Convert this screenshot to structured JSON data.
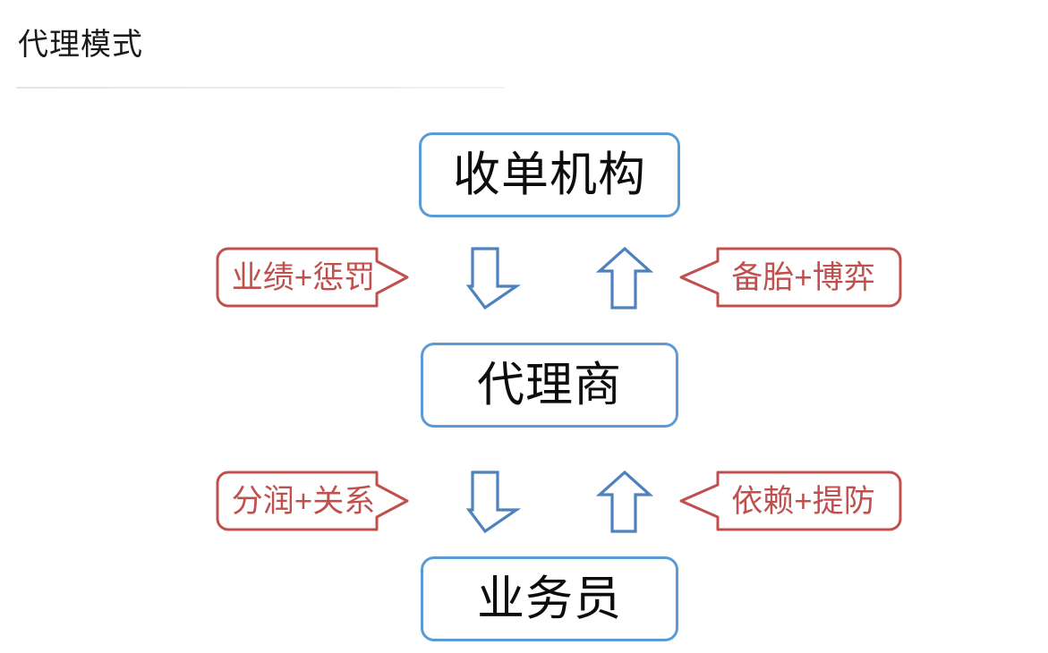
{
  "page": {
    "title": "代理模式",
    "background_color": "#ffffff"
  },
  "theme": {
    "box_border_color": "#5b9bd5",
    "arrow_stroke_color": "#4f81bd",
    "callout_color": "#c0504d",
    "text_color": "#0d0d0d",
    "rule_color": "#e6e6e6"
  },
  "diagram": {
    "type": "hierarchy-flow",
    "nodes": [
      {
        "id": "acquirer",
        "label": "收单机构",
        "level": 1
      },
      {
        "id": "agent",
        "label": "代理商",
        "level": 2
      },
      {
        "id": "sales",
        "label": "业务员",
        "level": 3
      }
    ],
    "arrows": [
      {
        "id": "acquirer-to-agent",
        "direction": "down",
        "icon": "down-block-arrow-icon",
        "from": "acquirer",
        "to": "agent"
      },
      {
        "id": "agent-to-acquirer",
        "direction": "up",
        "icon": "up-block-arrow-icon",
        "from": "agent",
        "to": "acquirer"
      },
      {
        "id": "agent-to-sales",
        "direction": "down",
        "icon": "down-block-arrow-icon",
        "from": "agent",
        "to": "sales"
      },
      {
        "id": "sales-to-agent",
        "direction": "up",
        "icon": "up-block-arrow-icon",
        "from": "sales",
        "to": "agent"
      }
    ],
    "callouts": [
      {
        "id": "perf",
        "label": "业绩+惩罚",
        "side": "left",
        "tail": "right",
        "describes": "acquirer-to-agent"
      },
      {
        "id": "backup",
        "label": "备胎+博弈",
        "side": "right",
        "tail": "left",
        "describes": "agent-to-acquirer"
      },
      {
        "id": "profit",
        "label": "分润+关系",
        "side": "left",
        "tail": "right",
        "describes": "agent-to-sales"
      },
      {
        "id": "depend",
        "label": "依赖+提防",
        "side": "right",
        "tail": "left",
        "describes": "sales-to-agent"
      }
    ]
  }
}
